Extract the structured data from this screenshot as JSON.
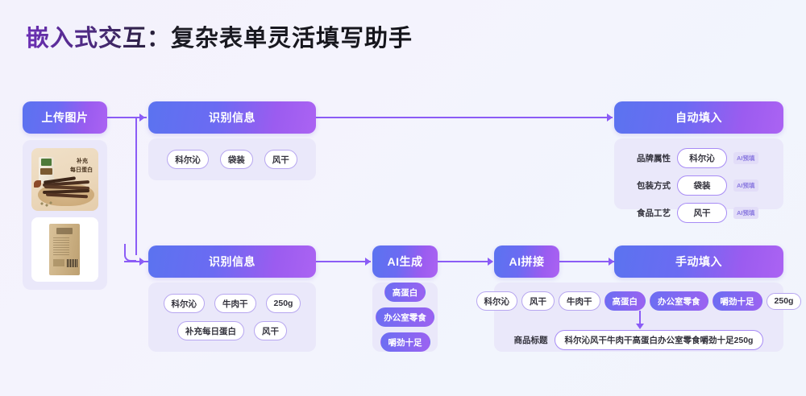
{
  "page": {
    "title": "嵌入式交互：复杂表单灵活填写助手"
  },
  "colors": {
    "accent_start": "#5b73f0",
    "accent_end": "#ab63f2",
    "connector": "#8b5cf6",
    "panel_bg": "#eae8fa",
    "page_bg": "#f2f4fd"
  },
  "upload": {
    "label": "上传图片",
    "images": [
      {
        "name": "beef-jerky-plate-photo",
        "caption_line1": "补充",
        "caption_line2": "每日蛋白"
      },
      {
        "name": "kraft-paper-bag-photo",
        "caption_line1": "",
        "caption_line2": ""
      }
    ]
  },
  "recognize_top": {
    "label": "识别信息",
    "tags": [
      "科尔沁",
      "袋装",
      "风干"
    ]
  },
  "auto_fill": {
    "label": "自动填入",
    "badge_label": "AI预填",
    "fields": [
      {
        "label": "品牌属性",
        "value": "科尔沁"
      },
      {
        "label": "包装方式",
        "value": "袋装"
      },
      {
        "label": "食品工艺",
        "value": "风干"
      }
    ]
  },
  "recognize_bottom": {
    "label": "识别信息",
    "tags_row1": [
      "科尔沁",
      "牛肉干",
      "250g"
    ],
    "tags_row2": [
      "补充每日蛋白",
      "风干"
    ]
  },
  "ai_generate": {
    "label": "AI生成",
    "tags": [
      "高蛋白",
      "办公室零食",
      "嚼劲十足"
    ]
  },
  "ai_merge": {
    "label": "AI拼接"
  },
  "manual_fill": {
    "label": "手动填入",
    "tags": [
      {
        "text": "科尔沁",
        "filled": false
      },
      {
        "text": "风干",
        "filled": false
      },
      {
        "text": "牛肉干",
        "filled": false
      },
      {
        "text": "高蛋白",
        "filled": true
      },
      {
        "text": "办公室零食",
        "filled": true
      },
      {
        "text": "嚼劲十足",
        "filled": true
      },
      {
        "text": "250g",
        "filled": false
      }
    ],
    "result_label": "商品标题",
    "result_value": "科尔沁风干牛肉干高蛋白办公室零食嚼劲十足250g"
  }
}
